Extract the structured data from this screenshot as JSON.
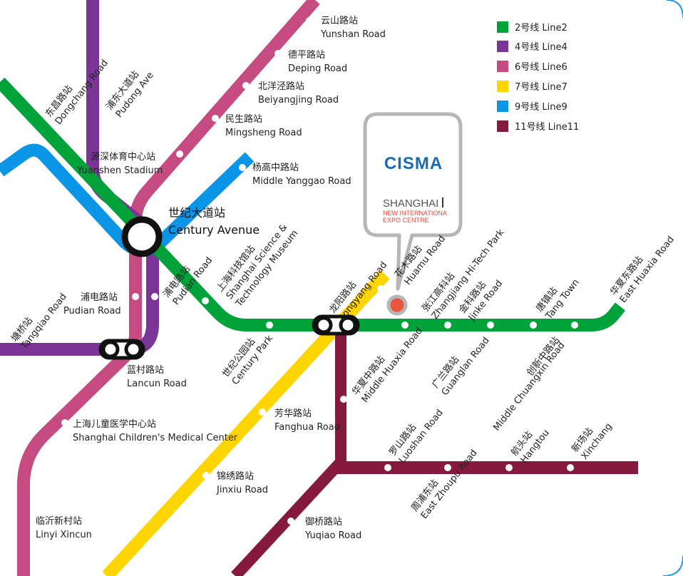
{
  "legend": [
    {
      "id": "line2",
      "label": "2号线  Line2",
      "color": "#00A33A"
    },
    {
      "id": "line4",
      "label": "4号线  Line4",
      "color": "#7A3596"
    },
    {
      "id": "line6",
      "label": "6号线  Line6",
      "color": "#C64B82"
    },
    {
      "id": "line7",
      "label": "7号线  Line7",
      "color": "#FFD500"
    },
    {
      "id": "line9",
      "label": "9号线  Line9",
      "color": "#0A95E6"
    },
    {
      "id": "line11",
      "label": "11号线  Line11",
      "color": "#85193E"
    }
  ],
  "callout": {
    "brand": "CISMA",
    "city": "SHANGHAI",
    "venue_line1": "NEW INTERNATIONA",
    "venue_line2": "EXPO CENTRE"
  },
  "hub": {
    "cn": "世纪大道站",
    "en": "Century Avenue"
  },
  "stations": {
    "yunshan": {
      "cn": "云山路站",
      "en": "Yunshan Road"
    },
    "deping": {
      "cn": "德平路站",
      "en": "Deping Road"
    },
    "beiyangjing": {
      "cn": "北洋泾路站",
      "en": "Beiyangjing Road"
    },
    "minsheng": {
      "cn": "民生路站",
      "en": "Mingsheng Road"
    },
    "yangao": {
      "cn": "杨高中路站",
      "en": "Middle Yanggao Road"
    },
    "dongchang": {
      "cn": "东昌路站",
      "en": "Dongchang Road"
    },
    "pudong_ave": {
      "cn": "浦东大道站",
      "en": "Pudong Ave"
    },
    "yuanshen": {
      "cn": "源深体育中心站",
      "en": "Yuanshen Stadium"
    },
    "pudian_road": {
      "cn": "浦电路站",
      "en": "Pudian Road"
    },
    "pudian_l2": {
      "cn": "浦电路站",
      "en": "Pudian Road"
    },
    "tangqiao": {
      "cn": "塘桥站",
      "en": "Tangqiao Road"
    },
    "lancun": {
      "cn": "蓝村路站",
      "en": "Lancun Road"
    },
    "science": {
      "cn": "上海科技馆站",
      "en1": "Shanghai Science &",
      "en2": "Technology Museum"
    },
    "century_park": {
      "cn": "世纪公园站",
      "en": "Century Park"
    },
    "longyang": {
      "cn": "龙阳路站",
      "en": "Longyang Road"
    },
    "huamu": {
      "cn": "花木路站",
      "en": "Huamu Road"
    },
    "zhangjiang": {
      "cn": "张江高科站",
      "en": "Zhangjiang Hi-Tech Park"
    },
    "jinke": {
      "cn": "金科路站",
      "en": "Jinke Road"
    },
    "tangzhen": {
      "cn": "唐镇站",
      "en": "Tang Town"
    },
    "huaxia_east": {
      "cn": "华夏东路站",
      "en": "East Huaxia Road"
    },
    "children": {
      "cn": "上海儿童医学中心站",
      "en": "Shanghai Children's Medical Center"
    },
    "fanghua": {
      "cn": "芳华路站",
      "en": "Fanghua Road"
    },
    "jinxiu": {
      "cn": "锦绣路站",
      "en": "Jinxiu Road"
    },
    "linyi": {
      "cn": "临沂新村站",
      "en": "Linyi Xincun"
    },
    "huaxia_mid": {
      "cn": "华夏中路站",
      "en": "Middle Huaxia Road"
    },
    "guanglan": {
      "cn": "广兰路站",
      "en": "Guanglan Road"
    },
    "chuangxin": {
      "cn": "创新中路站",
      "en": "Middle Chuangxin Road"
    },
    "luoshan": {
      "cn": "罗山路站",
      "en": "Luoshan Road"
    },
    "hangtou": {
      "cn": "航头站",
      "en": "Hangtou"
    },
    "xinchang": {
      "cn": "新场站",
      "en": "Xinchang"
    },
    "zhoupu": {
      "cn": "周浦东站",
      "en": "East Zhoupu Road"
    },
    "yuqiao": {
      "cn": "御桥路站",
      "en": "Yuqiao Road"
    }
  }
}
